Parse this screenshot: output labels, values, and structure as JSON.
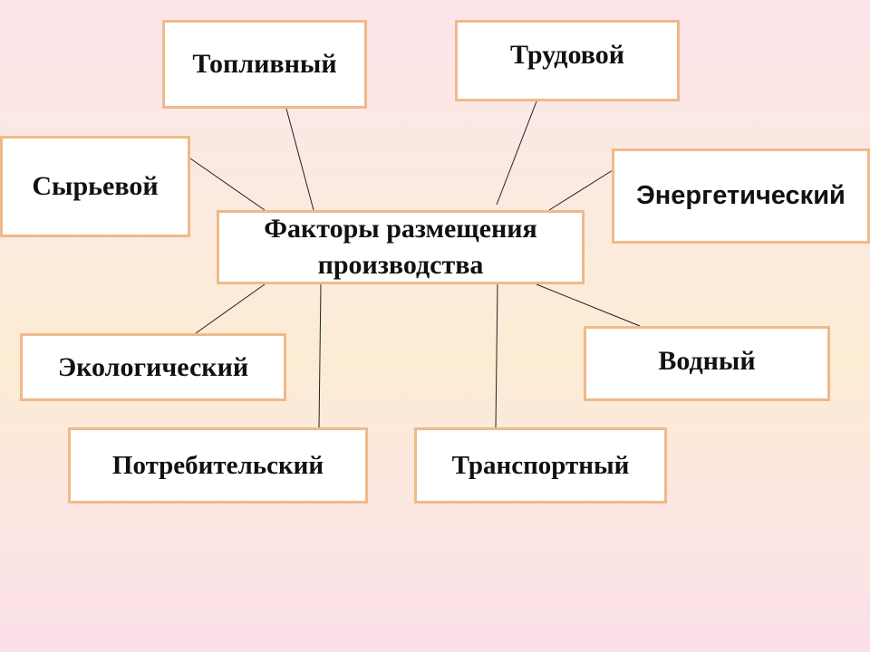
{
  "diagram": {
    "center": "Факторы размещения производства",
    "nodes": {
      "fuel": "Топливный",
      "labor": "Трудовой",
      "raw": "Сырьевой",
      "energy": "Энергетический",
      "ecological": "Экологический",
      "water": "Водный",
      "consumer": "Потребительский",
      "transport": "Транспортный"
    }
  }
}
